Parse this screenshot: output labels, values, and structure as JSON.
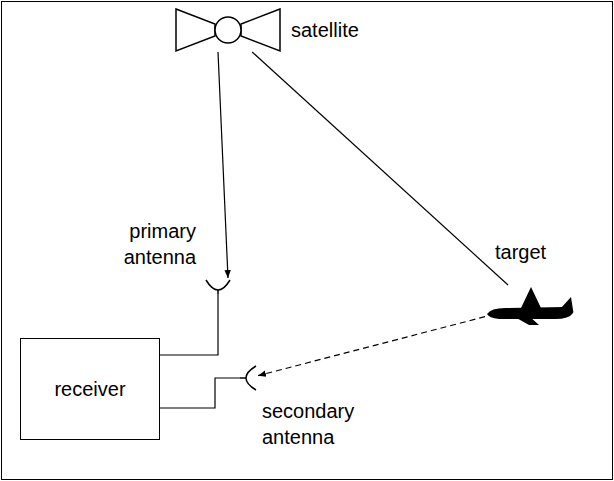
{
  "diagram": {
    "nodes": [
      {
        "text": [
          "satellite"
        ]
      },
      {
        "text": [
          "primary antenna"
        ]
      },
      {
        "text": [
          "target"
        ]
      },
      {
        "text": [
          "receiver"
        ]
      },
      {
        "text": [
          "secondary antenna"
        ]
      }
    ],
    "edges": [
      {
        "from": 0,
        "to": 1,
        "arrow": "to"
      },
      {
        "from": 0,
        "to": 2,
        "arrow": "none"
      },
      {
        "from": 2,
        "to": 4,
        "arrow": "to"
      },
      {
        "from": 1,
        "to": 3,
        "arrow": "none"
      },
      {
        "from": 4,
        "to": 3,
        "arrow": "none"
      }
    ]
  }
}
